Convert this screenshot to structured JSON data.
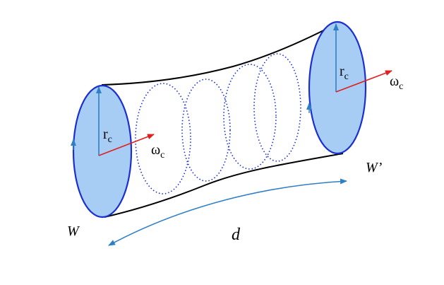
{
  "labels": {
    "left_radius": "r",
    "left_radius_sub": "c",
    "right_radius": "r",
    "right_radius_sub": "c",
    "left_omega": "ω",
    "left_omega_sub": "c",
    "right_omega": "ω",
    "right_omega_sub": "c",
    "left_end": "W",
    "right_end": "W’",
    "distance": "d"
  },
  "colors": {
    "disk_fill": "#a8cdf5",
    "disk_stroke": "#1a2fcf",
    "outline": "#000000",
    "radius_arrow": "#2f7fc6",
    "omega_arrow": "#e0201f",
    "distance_arrow": "#2f7fc6",
    "dotted_ring": "#1a2fcf"
  },
  "intermediate_rings": 4
}
